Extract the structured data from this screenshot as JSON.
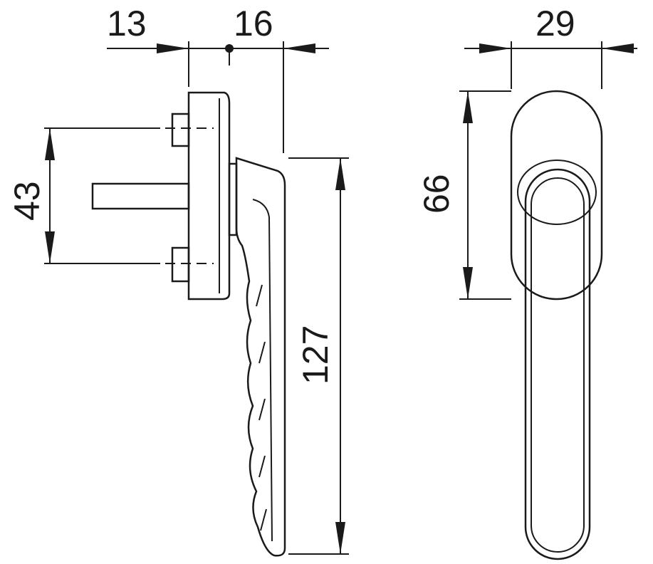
{
  "drawing": {
    "side_view": {
      "dim_rosette_depth": "13",
      "dim_handle_offset": "16",
      "dim_screw_spacing": "43",
      "dim_handle_length": "127"
    },
    "front_view": {
      "dim_width": "29",
      "dim_rosette_height": "66"
    },
    "colors": {
      "line": "#1a1a1a",
      "background": "#ffffff"
    }
  }
}
